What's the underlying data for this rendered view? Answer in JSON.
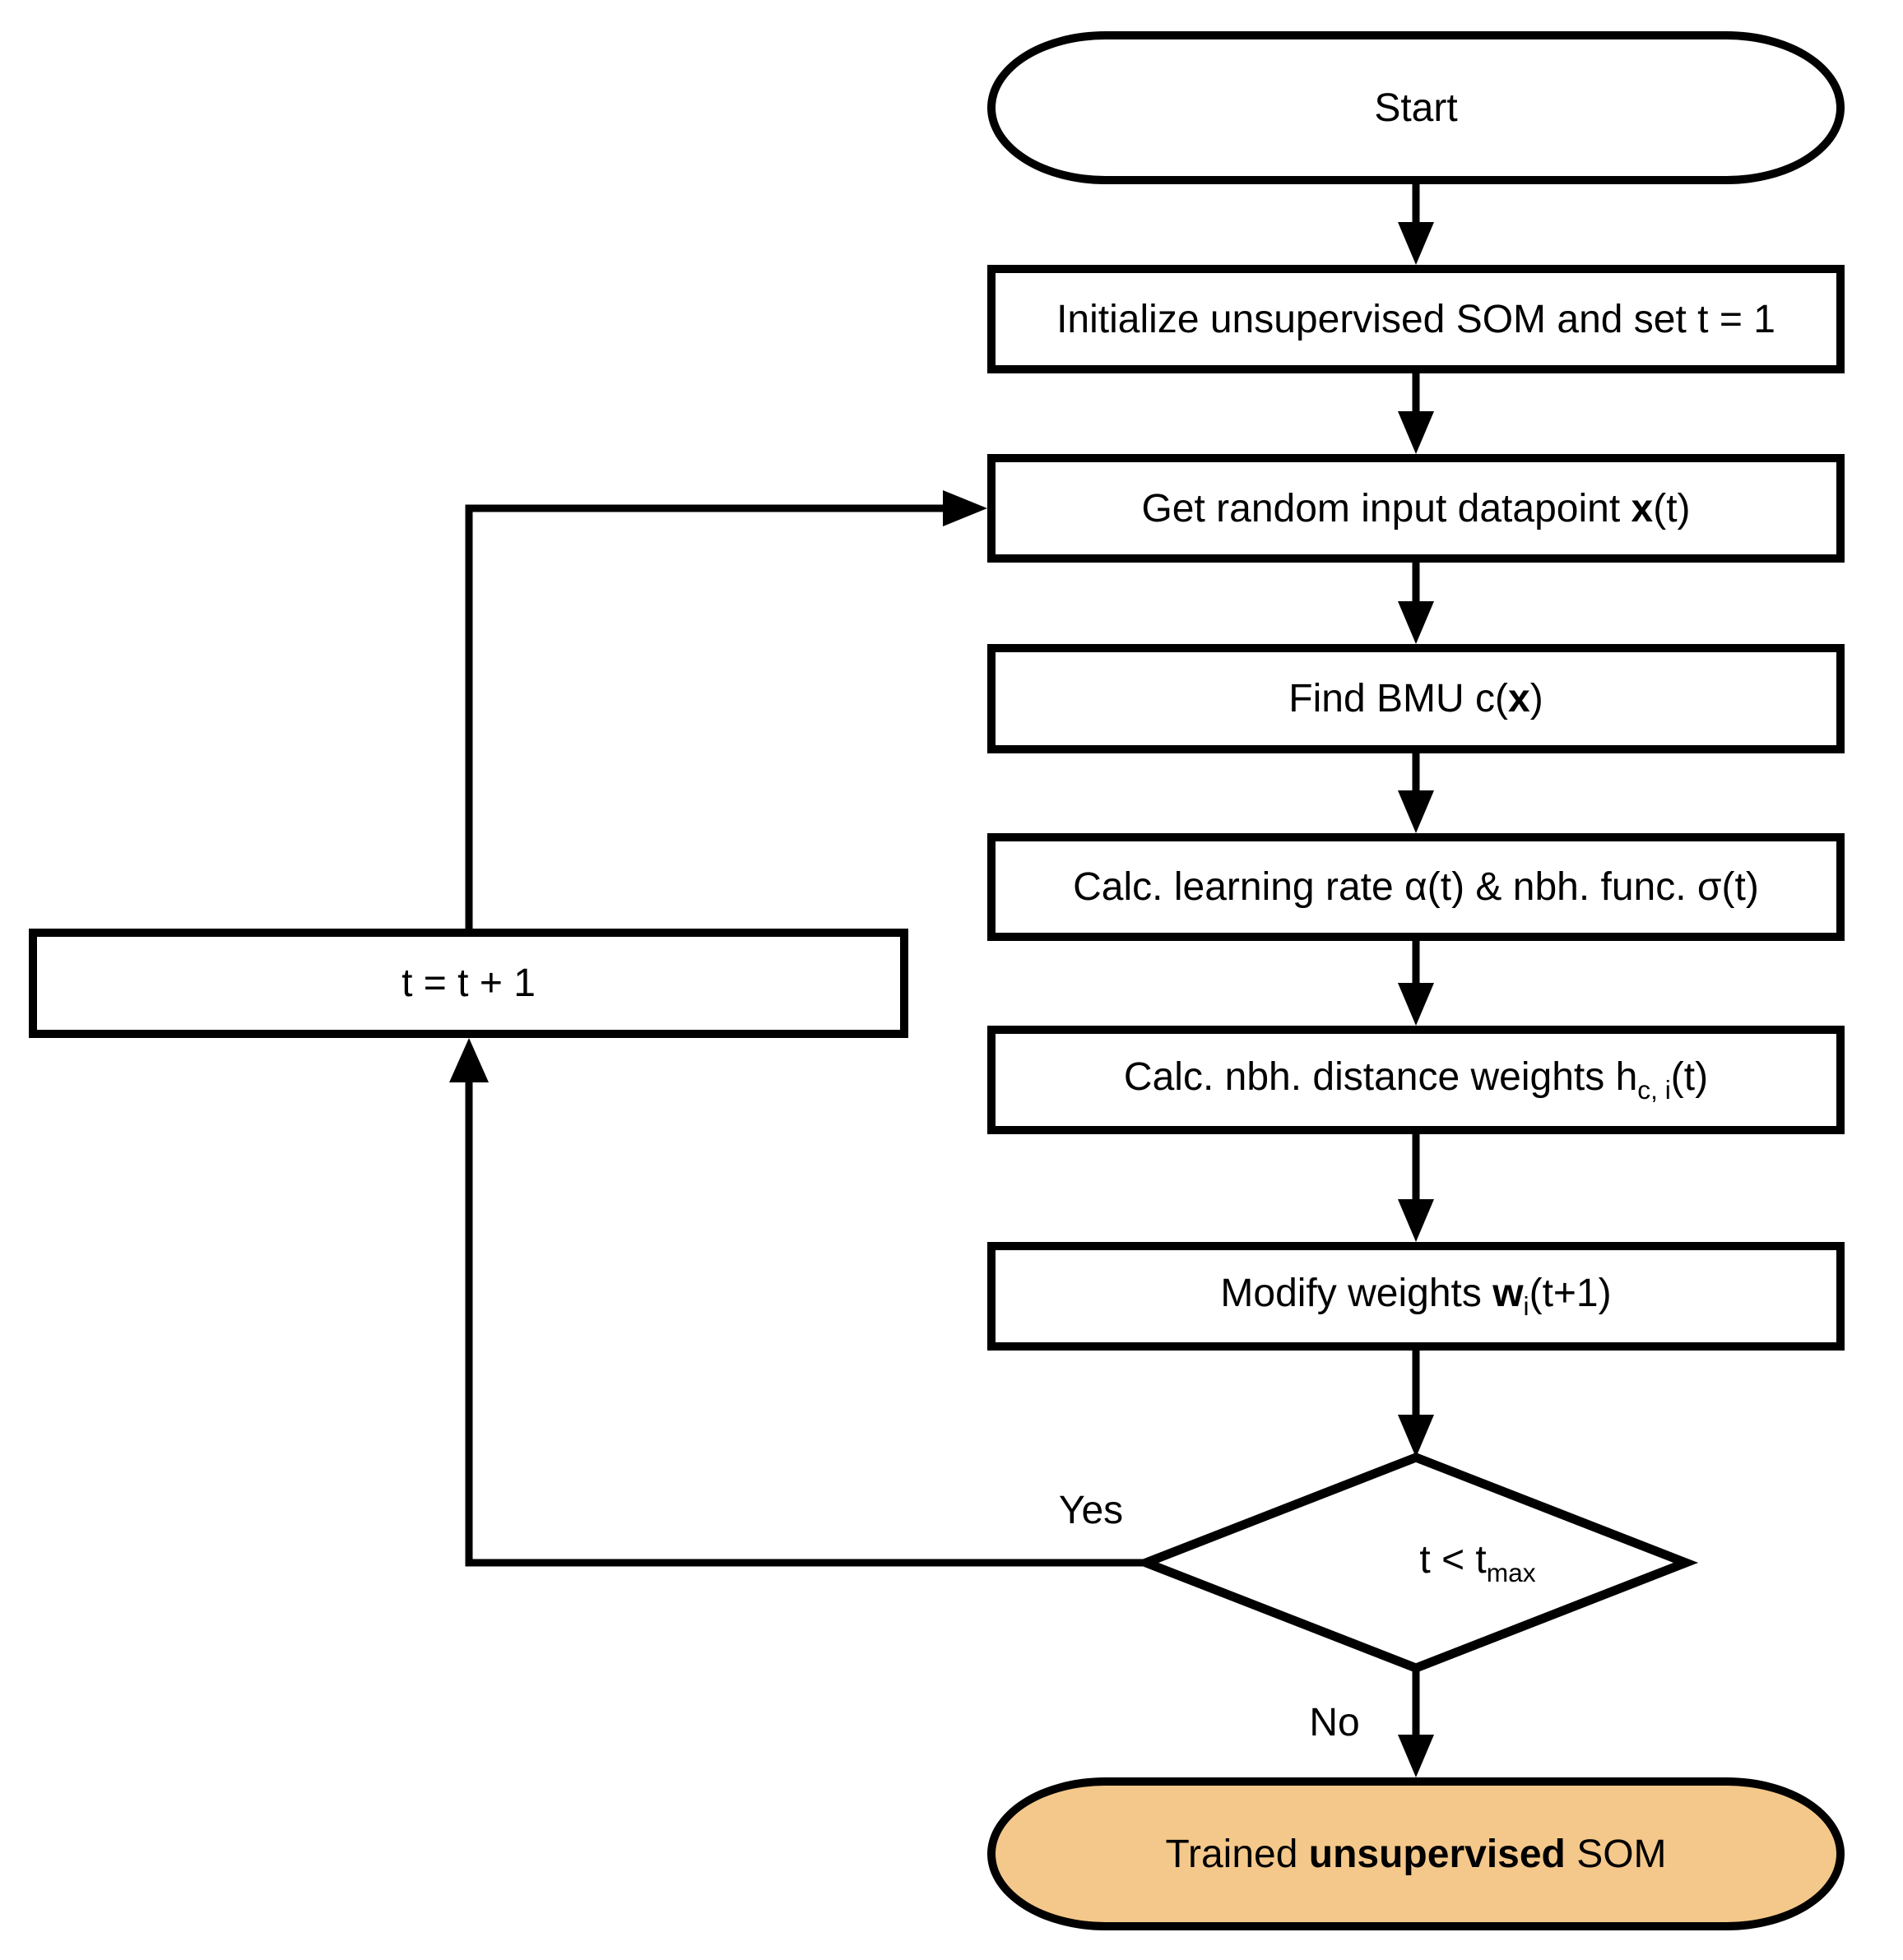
{
  "colors": {
    "stroke": "#000000",
    "process_fill": "#ffffff",
    "terminal_end_fill": "#f4c88a",
    "text": "#000000",
    "background": "#ffffff"
  },
  "nodes": {
    "start": {
      "parts": [
        {
          "t": "Start"
        }
      ]
    },
    "init": {
      "parts": [
        {
          "t": "Initialize unsupervised SOM and set t = 1"
        }
      ]
    },
    "get_input": {
      "parts": [
        {
          "t": "Get random input datapoint "
        },
        {
          "t": "x",
          "b": true
        },
        {
          "t": "(t)"
        }
      ]
    },
    "find_bmu": {
      "parts": [
        {
          "t": "Find BMU c("
        },
        {
          "t": "x",
          "b": true
        },
        {
          "t": ")"
        }
      ]
    },
    "calc_rate": {
      "parts": [
        {
          "t": "Calc. learning rate α(t) & nbh. func. σ(t)"
        }
      ]
    },
    "calc_weights": {
      "parts": [
        {
          "t": "Calc. nbh. distance weights h"
        },
        {
          "t": "c, i",
          "sub": true
        },
        {
          "t": "(t)"
        }
      ]
    },
    "modify": {
      "parts": [
        {
          "t": "Modify weights "
        },
        {
          "t": "w",
          "b": true
        },
        {
          "t": "i",
          "sub": true
        },
        {
          "t": "(t+1)"
        }
      ]
    },
    "decision": {
      "parts": [
        {
          "t": "t < t"
        },
        {
          "t": "max",
          "sub": true
        }
      ]
    },
    "increment": {
      "parts": [
        {
          "t": "t = t + 1"
        }
      ]
    },
    "end": {
      "parts": [
        {
          "t": "Trained "
        },
        {
          "t": "unsupervised",
          "b": true
        },
        {
          "t": " SOM"
        }
      ]
    }
  },
  "edge_labels": {
    "yes": "Yes",
    "no": "No"
  }
}
